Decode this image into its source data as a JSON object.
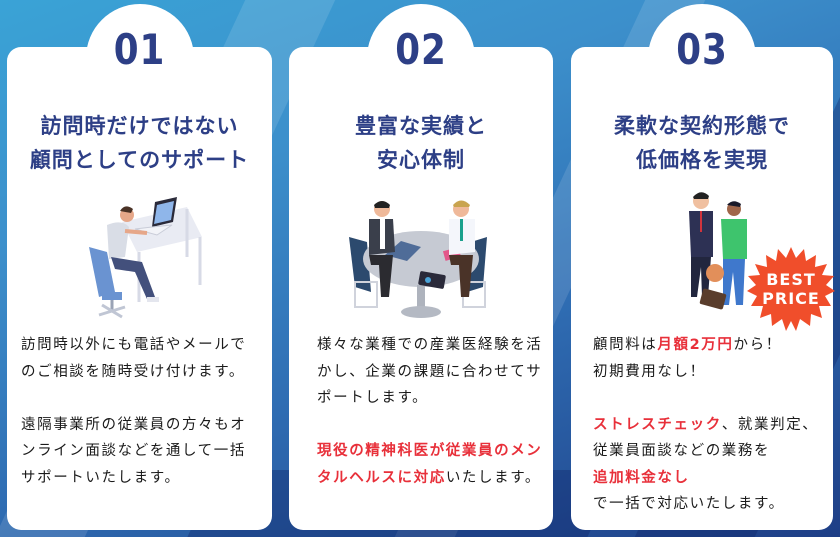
{
  "colors": {
    "heading": "#2d3f86",
    "highlight": "#e8303a",
    "badge": "#f04e2b",
    "card_bg": "#ffffff"
  },
  "cards": [
    {
      "number": "01",
      "title_lines": [
        "訪問時だけではない",
        "顧問としてのサポート"
      ],
      "illustration": "person-at-desk-laptop-illustration",
      "paragraphs": [
        [
          {
            "text": "訪問時以外にも電話やメールでのご相談を随時受け付けます。",
            "highlight": false
          }
        ],
        [
          {
            "text": "遠隔事業所の従業員の方々もオンライン面談などを通して一括サポートいたします。",
            "highlight": false
          }
        ]
      ]
    },
    {
      "number": "02",
      "title_lines": [
        "豊富な実績と",
        "安心体制"
      ],
      "illustration": "meeting-at-round-table-illustration",
      "paragraphs": [
        [
          {
            "text": "様々な業種での産業医経験を活かし、企業の課題に合わせてサポートします。",
            "highlight": false
          }
        ],
        [
          {
            "text": "現役の精神科医が従業員のメンタルヘルスに対応",
            "highlight": true
          },
          {
            "text": "いたします。",
            "highlight": false
          }
        ]
      ]
    },
    {
      "number": "03",
      "title_lines": [
        "柔軟な契約形態で",
        "低価格を実現"
      ],
      "illustration": "handshake-deal-illustration",
      "badge": {
        "line1": "BEST",
        "line2": "PRICE"
      },
      "paragraphs": [
        [
          {
            "text": "顧問料は",
            "highlight": false
          },
          {
            "text": "月額2万円",
            "highlight": true
          },
          {
            "text": "から！",
            "highlight": false
          },
          {
            "text": "\n初期費用なし！",
            "highlight": false
          }
        ],
        [
          {
            "text": "ストレスチェック",
            "highlight": true
          },
          {
            "text": "、就業判定、従業員面談などの業務を",
            "highlight": false
          },
          {
            "text": "\n追加料金なし",
            "highlight": true
          },
          {
            "text": "\nで一括で対応いたします。",
            "highlight": false
          }
        ]
      ]
    }
  ]
}
